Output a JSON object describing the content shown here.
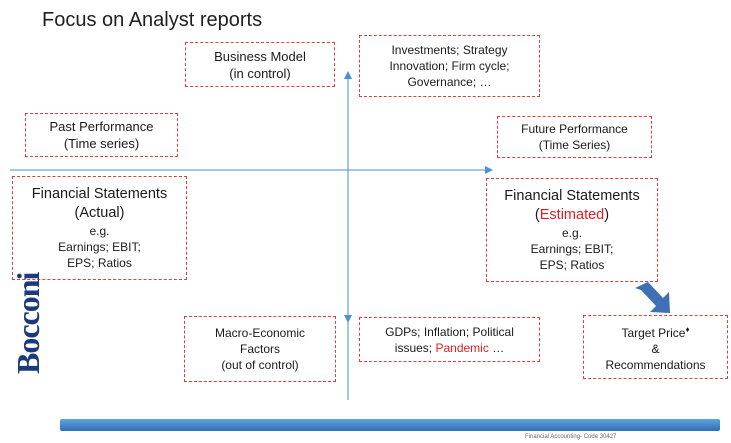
{
  "title": "Focus on Analyst reports",
  "boxes": {
    "business_model": {
      "line1": "Business Model",
      "line2": "(in control)"
    },
    "investments": {
      "line1": "Investments; Strategy",
      "line2": "Innovation; Firm cycle;",
      "line3": "Governance; …"
    },
    "past_performance": {
      "line1": "Past Performance",
      "line2": "(Time series)"
    },
    "future_performance": {
      "line1": "Future Performance",
      "line2": "(Time Series)"
    },
    "fs_actual": {
      "line1": "Financial Statements",
      "line2": "(Actual)",
      "line3": "e.g.",
      "line4": "Earnings; EBIT;",
      "line5": "EPS; Ratios"
    },
    "fs_estimated": {
      "line1": "Financial Statements",
      "paren_open": "(",
      "estimated": "Estimated",
      "paren_close": ")",
      "line3": "e.g.",
      "line4": "Earnings; EBIT;",
      "line5": "EPS; Ratios"
    },
    "macro": {
      "line1": "Macro-Economic",
      "line2": "Factors",
      "line3": "(out of control)"
    },
    "gdps": {
      "line1": "GDPs; Inflation; Political",
      "line2_prefix": "issues; ",
      "pandemic": "Pandemic",
      "line2_suffix": " …"
    },
    "target_price": {
      "line1": "Target Price",
      "marker": "♦",
      "line2": "&",
      "line3": "Recommendations"
    }
  },
  "logo": "Bocconi",
  "footer": "Financial Accounting- Code 30427",
  "colors": {
    "dash": "#d94040",
    "highlight": "#e02020",
    "axis": "#4a90d9",
    "arrow": "#3f6fb5",
    "logo": "#1c3a7a"
  }
}
